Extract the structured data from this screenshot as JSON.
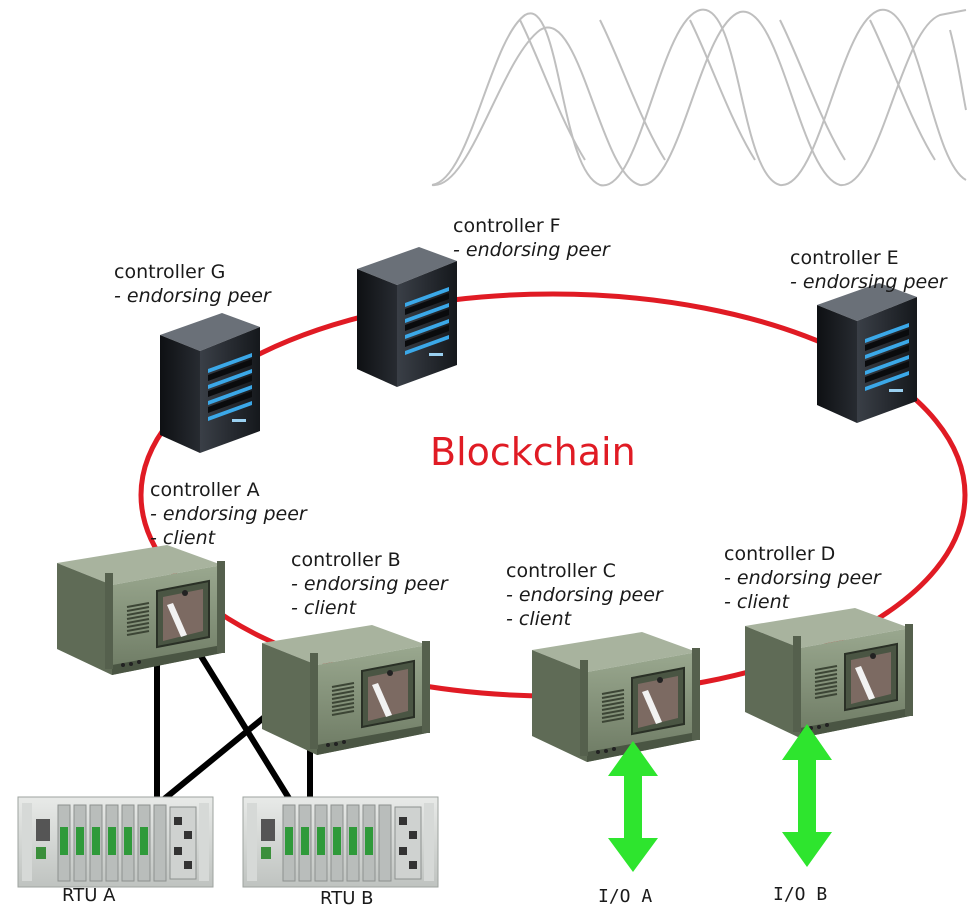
{
  "title": "Blockchain",
  "controllers": [
    {
      "name": "controller G",
      "roles": [
        "- endorsing peer"
      ]
    },
    {
      "name": "controller F",
      "roles": [
        "- endorsing peer"
      ]
    },
    {
      "name": "controller E",
      "roles": [
        "- endorsing peer"
      ]
    },
    {
      "name": "controller A",
      "roles": [
        "- endorsing peer",
        "-  client"
      ]
    },
    {
      "name": "controller B",
      "roles": [
        "- endorsing peer",
        "-  client"
      ]
    },
    {
      "name": "controller C",
      "roles": [
        "- endorsing peer",
        "-  client"
      ]
    },
    {
      "name": "controller D",
      "roles": [
        "- endorsing peer",
        "-  client"
      ]
    }
  ],
  "devices": {
    "rtu_a": "RTU A",
    "rtu_b": "RTU B",
    "io_a": "I/O A",
    "io_b": "I/O B"
  },
  "colors": {
    "ring": "#e01b24",
    "io_arrow": "#2ee52e",
    "wire": "#000000",
    "server": "#1e2228",
    "pc_case": "#7f8e74"
  }
}
